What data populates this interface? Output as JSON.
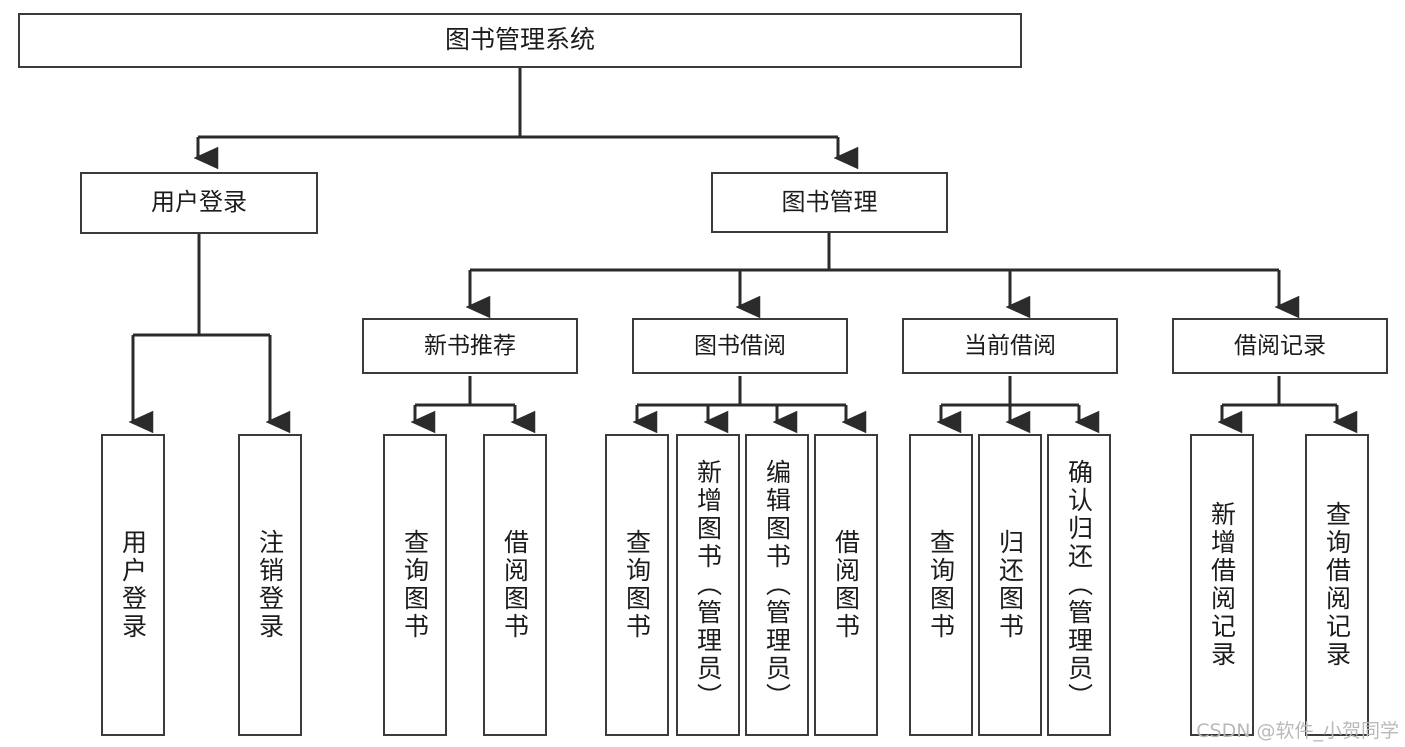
{
  "diagram": {
    "title": "图书管理系统",
    "type": "hierarchy-tree",
    "watermark": "CSDN @软件_小贺同学",
    "colors": {
      "box_border": "#3b3b3b",
      "box_fill": "#ffffff",
      "edge": "#2b2b2b",
      "text": "#1c1c1c",
      "watermark": "#b9b9b9"
    },
    "nodes": {
      "root": {
        "label": "图书管理系统"
      },
      "level1": [
        {
          "id": "user-login",
          "label": "用户登录"
        },
        {
          "id": "book-management",
          "label": "图书管理"
        }
      ],
      "level2": [
        {
          "id": "new-book-recommend",
          "label": "新书推荐"
        },
        {
          "id": "book-borrow",
          "label": "图书借阅"
        },
        {
          "id": "current-borrow",
          "label": "当前借阅"
        },
        {
          "id": "borrow-record",
          "label": "借阅记录"
        }
      ],
      "leaves": {
        "user-login": [
          {
            "id": "leaf-user-login",
            "label": "用户登录"
          },
          {
            "id": "leaf-logout-login",
            "label": "注销登录"
          }
        ],
        "new-book-recommend": [
          {
            "id": "leaf-query-book-1",
            "label": "查询图书"
          },
          {
            "id": "leaf-borrow-book-1",
            "label": "借阅图书"
          }
        ],
        "book-borrow": [
          {
            "id": "leaf-query-book-2",
            "label": "查询图书"
          },
          {
            "id": "leaf-add-book-admin",
            "label": "新增图书（管理员）"
          },
          {
            "id": "leaf-edit-book-admin",
            "label": "编辑图书（管理员）"
          },
          {
            "id": "leaf-borrow-book-2",
            "label": "借阅图书"
          }
        ],
        "current-borrow": [
          {
            "id": "leaf-query-book-3",
            "label": "查询图书"
          },
          {
            "id": "leaf-return-book",
            "label": "归还图书"
          },
          {
            "id": "leaf-confirm-return-admin",
            "label": "确认归还（管理员）"
          }
        ],
        "borrow-record": [
          {
            "id": "leaf-add-borrow-record",
            "label": "新增借阅记录"
          },
          {
            "id": "leaf-query-borrow-record",
            "label": "查询借阅记录"
          }
        ]
      }
    }
  }
}
